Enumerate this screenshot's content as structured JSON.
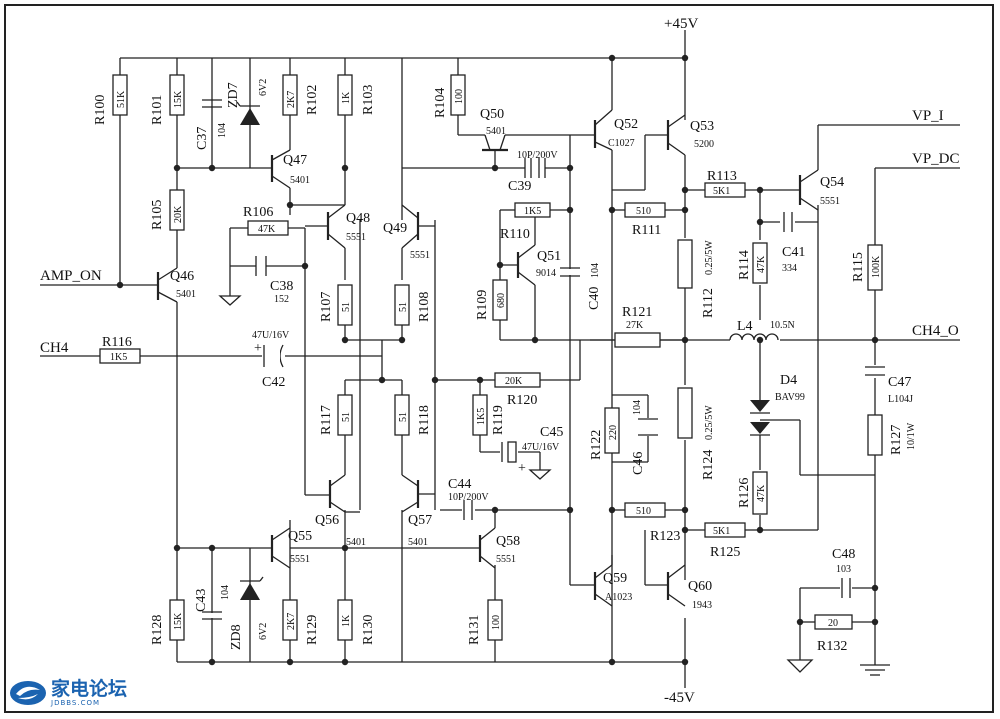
{
  "rails": {
    "vpos": "+45V",
    "vneg": "-45V"
  },
  "nets": {
    "amp_on": "AMP_ON",
    "ch4": "CH4",
    "ch4_o": "CH4_O",
    "vp_i": "VP_I",
    "vp_dc": "VP_DC"
  },
  "resistors": {
    "R100": {
      "ref": "R100",
      "val": "51K"
    },
    "R101": {
      "ref": "R101",
      "val": "15K"
    },
    "R102": {
      "ref": "R102",
      "val": "2K7"
    },
    "R103": {
      "ref": "R103",
      "val": "1K"
    },
    "R104": {
      "ref": "R104",
      "val": "100"
    },
    "R105": {
      "ref": "R105",
      "val": "20K"
    },
    "R106": {
      "ref": "R106",
      "val": "47K"
    },
    "R107": {
      "ref": "R107",
      "val": "51"
    },
    "R108": {
      "ref": "R108",
      "val": "51"
    },
    "R109": {
      "ref": "R109",
      "val": "680"
    },
    "R110": {
      "ref": "R110",
      "val": "1K5"
    },
    "R111": {
      "ref": "R111",
      "val": "510"
    },
    "R112": {
      "ref": "R112",
      "val": "0.25/5W"
    },
    "R113": {
      "ref": "R113",
      "val": "5K1"
    },
    "R114": {
      "ref": "R114",
      "val": "47K"
    },
    "R115": {
      "ref": "R115",
      "val": "100K"
    },
    "R116": {
      "ref": "R116",
      "val": "1K5"
    },
    "R117": {
      "ref": "R117",
      "val": "51"
    },
    "R118": {
      "ref": "R118",
      "val": "51"
    },
    "R119": {
      "ref": "R119",
      "val": "1K5"
    },
    "R120": {
      "ref": "R120",
      "val": "20K"
    },
    "R121": {
      "ref": "R121",
      "val": "27K"
    },
    "R122": {
      "ref": "R122",
      "val": "220"
    },
    "R123": {
      "ref": "R123",
      "val": "510"
    },
    "R124": {
      "ref": "R124",
      "val": "0.25/5W"
    },
    "R125": {
      "ref": "R125",
      "val": "5K1"
    },
    "R126": {
      "ref": "R126",
      "val": "47K"
    },
    "R127": {
      "ref": "R127",
      "val": "10/1W"
    },
    "R128": {
      "ref": "R128",
      "val": "15K"
    },
    "R129": {
      "ref": "R129",
      "val": "2K7"
    },
    "R130": {
      "ref": "R130",
      "val": "1K"
    },
    "R131": {
      "ref": "R131",
      "val": "100"
    },
    "R132": {
      "ref": "R132",
      "val": "20"
    }
  },
  "capacitors": {
    "C37": {
      "ref": "C37",
      "val": "104"
    },
    "C38": {
      "ref": "C38",
      "val": "152"
    },
    "C39": {
      "ref": "C39",
      "val": "10P/200V"
    },
    "C40": {
      "ref": "C40",
      "val": "104"
    },
    "C41": {
      "ref": "C41",
      "val": "334"
    },
    "C42": {
      "ref": "C42",
      "val": "47U/16V"
    },
    "C43": {
      "ref": "C43",
      "val": "104"
    },
    "C44": {
      "ref": "C44",
      "val": "10P/200V"
    },
    "C45": {
      "ref": "C45",
      "val": "47U/16V"
    },
    "C46": {
      "ref": "C46",
      "val": "104"
    },
    "C47": {
      "ref": "C47",
      "val": "L104J"
    },
    "C48": {
      "ref": "C48",
      "val": "103"
    }
  },
  "transistors": {
    "Q46": {
      "ref": "Q46",
      "val": "5401"
    },
    "Q47": {
      "ref": "Q47",
      "val": "5401"
    },
    "Q48": {
      "ref": "Q48",
      "val": "5551"
    },
    "Q49": {
      "ref": "Q49",
      "val": "5551"
    },
    "Q50": {
      "ref": "Q50",
      "val": "5401"
    },
    "Q51": {
      "ref": "Q51",
      "val": "9014"
    },
    "Q52": {
      "ref": "Q52",
      "val": "C1027"
    },
    "Q53": {
      "ref": "Q53",
      "val": "5200"
    },
    "Q54": {
      "ref": "Q54",
      "val": "5551"
    },
    "Q55": {
      "ref": "Q55",
      "val": "5551"
    },
    "Q56": {
      "ref": "Q56",
      "val": "5401"
    },
    "Q57": {
      "ref": "Q57",
      "val": "5401"
    },
    "Q58": {
      "ref": "Q58",
      "val": "5551"
    },
    "Q59": {
      "ref": "Q59",
      "val": "A1023"
    },
    "Q60": {
      "ref": "Q60",
      "val": "1943"
    }
  },
  "zeners": {
    "ZD7": {
      "ref": "ZD7",
      "val": "6V2"
    },
    "ZD8": {
      "ref": "ZD8",
      "val": "6V2"
    }
  },
  "inductor": {
    "ref": "L4",
    "val": "10.5N"
  },
  "diode": {
    "ref": "D4",
    "val": "BAV99"
  },
  "logo": {
    "text": "家电论坛",
    "sub": "JDBBS.COM"
  }
}
